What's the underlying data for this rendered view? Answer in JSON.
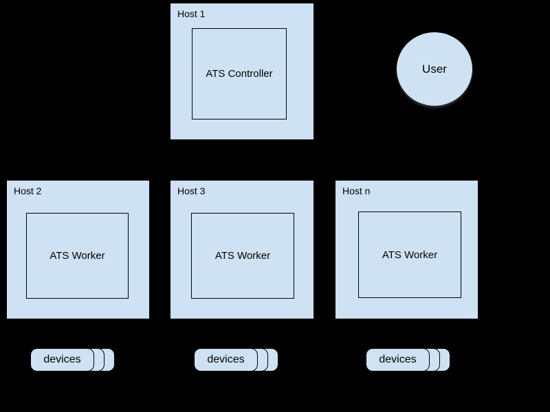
{
  "colors": {
    "background": "#000000",
    "shape_fill": "#cfe2f3",
    "border": "#000000",
    "text": "#000000"
  },
  "hosts": [
    {
      "label": "Host 1",
      "component": "ATS Controller"
    },
    {
      "label": "Host 2",
      "component": "ATS Worker"
    },
    {
      "label": "Host 3",
      "component": "ATS Worker"
    },
    {
      "label": "Host n",
      "component": "ATS Worker"
    }
  ],
  "user": {
    "label": "User"
  },
  "device_stacks": [
    {
      "label": "devices"
    },
    {
      "label": "devices"
    },
    {
      "label": "devices"
    }
  ]
}
